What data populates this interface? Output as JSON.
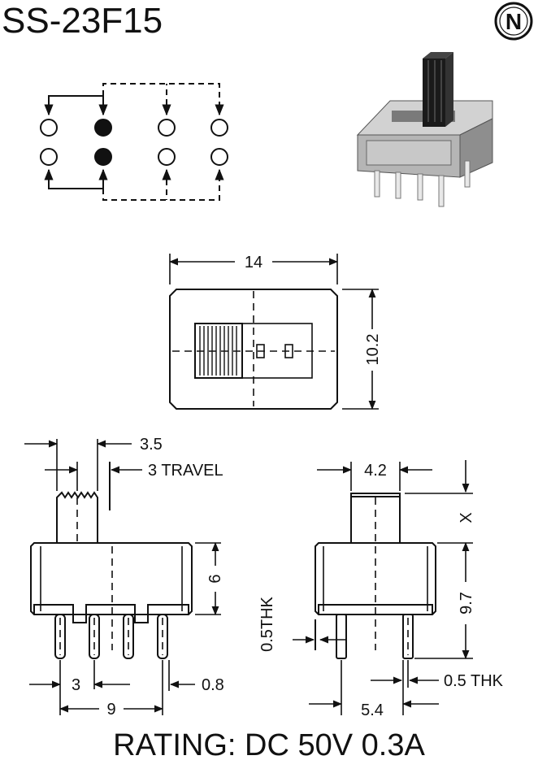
{
  "title": "SS-23F15",
  "logo_letter": "N",
  "rating": "RATING: DC 50V 0.3A",
  "top_view": {
    "width": "14",
    "height": "10.2"
  },
  "side_view": {
    "actuator": "3.5",
    "travel": "3 TRAVEL",
    "body_height": "6",
    "pin_pitch": "3",
    "pin_span": "9",
    "pin_thk": "0.8"
  },
  "end_view": {
    "actuator_width": "4.2",
    "actuator_height": "X",
    "body_height": "9.7",
    "frame_thk": "0.5THK",
    "pin_thk": "0.5 THK",
    "pin_span": "5.4"
  },
  "icons": {
    "logo": "n-logo-icon",
    "product": "slide-switch-photo"
  },
  "colors": {
    "ink": "#111111",
    "switch_body": "#b9b9b9",
    "actuator": "#1a1a1a"
  }
}
